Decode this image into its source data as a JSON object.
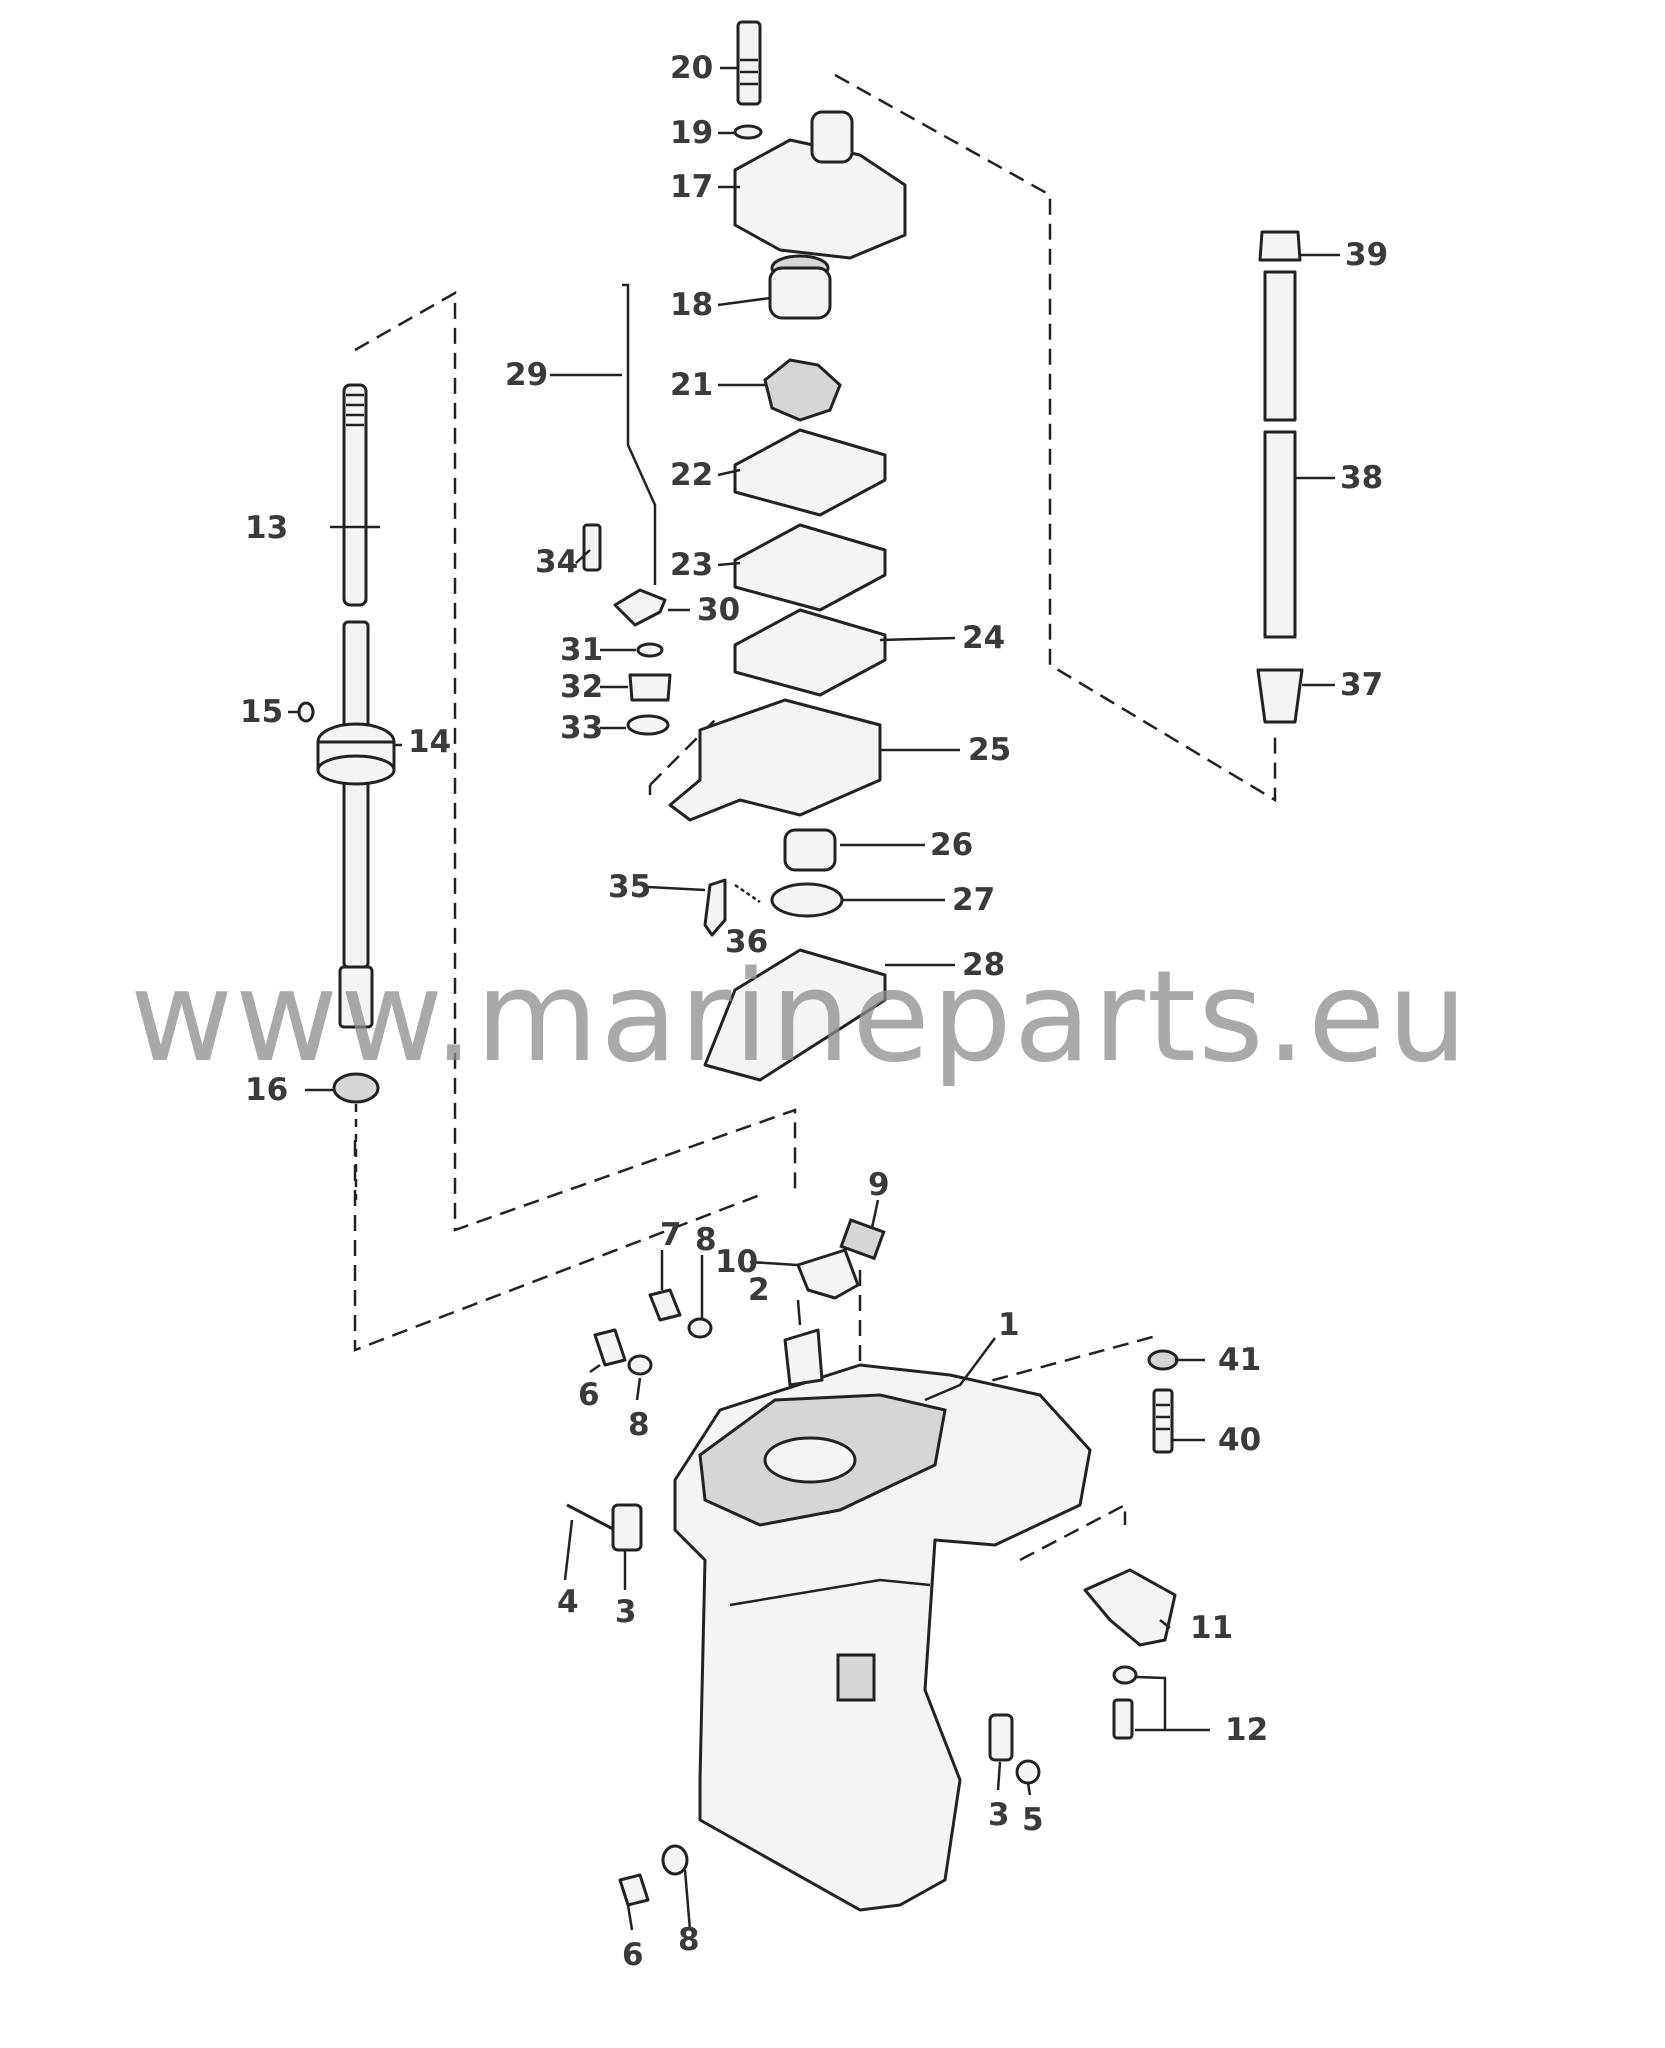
{
  "watermark": "www.marineparts.eu",
  "callouts": {
    "p1": "1",
    "p2": "2",
    "p3a": "3",
    "p3b": "3",
    "p4": "4",
    "p5": "5",
    "p6a": "6",
    "p6b": "6",
    "p7": "7",
    "p8a": "8",
    "p8b": "8",
    "p8c": "8",
    "p9": "9",
    "p10": "10",
    "p11": "11",
    "p12": "12",
    "p13": "13",
    "p14": "14",
    "p15": "15",
    "p16": "16",
    "p17": "17",
    "p18": "18",
    "p19": "19",
    "p20": "20",
    "p21": "21",
    "p22": "22",
    "p23": "23",
    "p24": "24",
    "p25": "25",
    "p26": "26",
    "p27": "27",
    "p28": "28",
    "p29": "29",
    "p30": "30",
    "p31": "31",
    "p32": "32",
    "p33": "33",
    "p34": "34",
    "p35": "35",
    "p36": "36",
    "p37": "37",
    "p38": "38",
    "p39": "39",
    "p40": "40",
    "p41": "41"
  }
}
